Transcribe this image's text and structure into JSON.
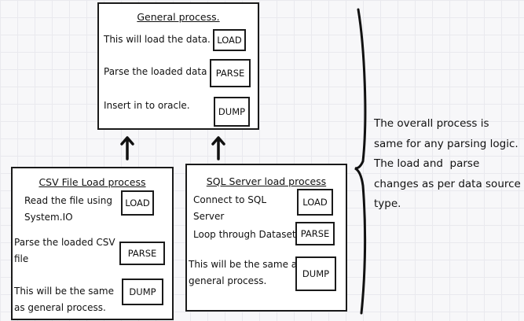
{
  "general": {
    "title": "General process.",
    "rows": [
      {
        "text": "This will load the data.",
        "tag": "LOAD"
      },
      {
        "text": "Parse the loaded data",
        "tag": "PARSE"
      },
      {
        "text": "Insert in to oracle.",
        "tag": "DUMP"
      }
    ]
  },
  "csv": {
    "title": "CSV File Load process",
    "rows": [
      {
        "text": [
          "Read the file using",
          "System.IO"
        ],
        "tag": "LOAD"
      },
      {
        "text": [
          "Parse the loaded CSV",
          "file"
        ],
        "tag": "PARSE"
      },
      {
        "text": [
          "This will be the same",
          "as general process."
        ],
        "tag": "DUMP"
      }
    ]
  },
  "sql": {
    "title": "SQL Server load process",
    "rows": [
      {
        "text": [
          "Connect to SQL",
          "Server"
        ],
        "tag": "LOAD"
      },
      {
        "text": [
          "Loop through Dataset"
        ],
        "tag": "PARSE"
      },
      {
        "text": [
          "This will be the same as",
          "general process."
        ],
        "tag": "DUMP"
      }
    ]
  },
  "note": [
    "The overall process is",
    "same for any parsing logic.",
    "The load and  parse",
    "changes as per data source",
    "type."
  ]
}
